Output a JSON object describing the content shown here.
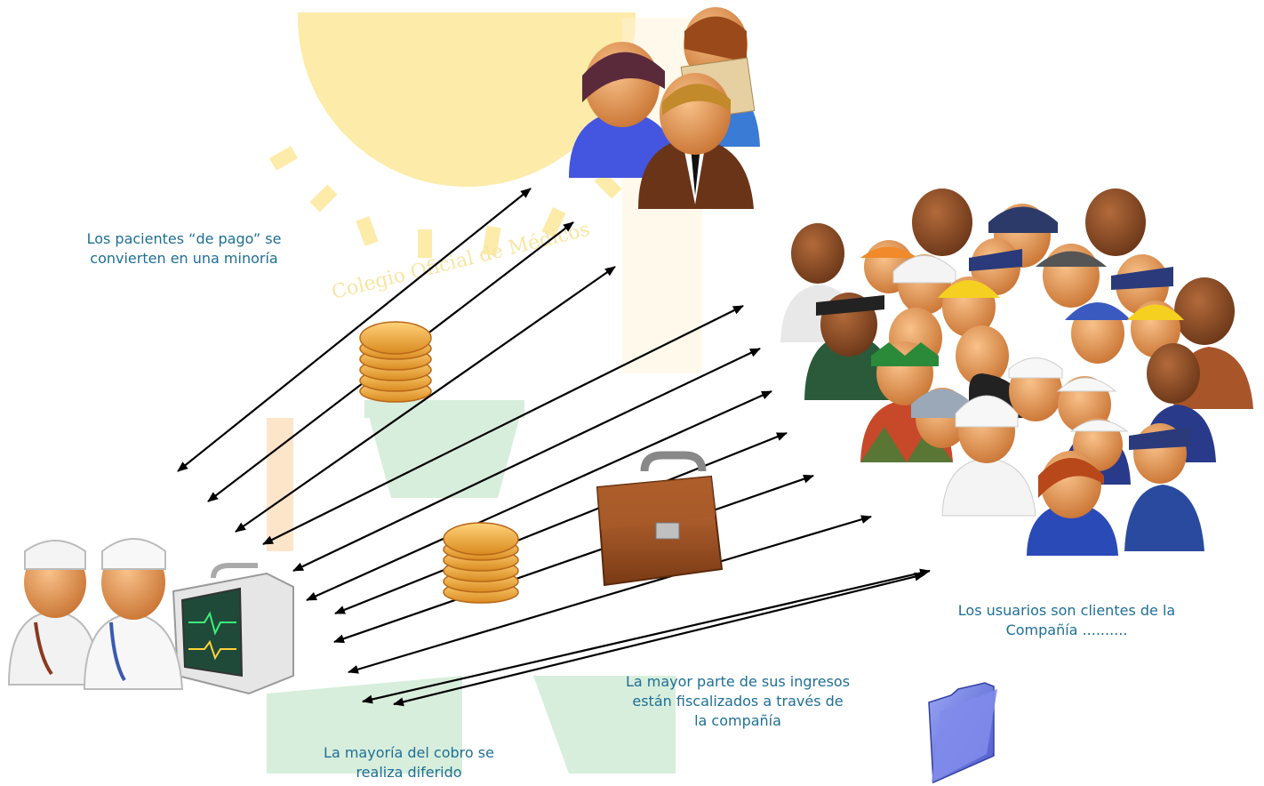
{
  "captions": {
    "paying_patients": [
      "Los pacientes “de pago” se",
      "convierten en una minoría"
    ],
    "users_clients": [
      "Los usuarios son clientes de la",
      "Compañía .........."
    ],
    "income_audited": [
      "La mayor parte de sus ingresos",
      "están fiscalizados a través de",
      "la compañía"
    ],
    "deferred_billing": [
      "La mayoría del cobro se",
      "realiza diferido"
    ]
  },
  "watermark": {
    "text": "Colegio Oficial de Médicos",
    "colors": {
      "sun": "#fde9a0",
      "green": "#d4ecd9",
      "peach": "#fde2c4"
    }
  },
  "icons": {
    "doctors": "doctors-with-monitor-icon",
    "small_group": "paying-patients-group-icon",
    "crowd": "users-crowd-icon",
    "coins_top": "coin-stack-icon",
    "coins_bottom": "coin-stack-icon",
    "briefcase": "briefcase-icon",
    "folder": "folder-icon"
  },
  "colors": {
    "caption": "#1f6f95",
    "arrow": "#000000"
  }
}
